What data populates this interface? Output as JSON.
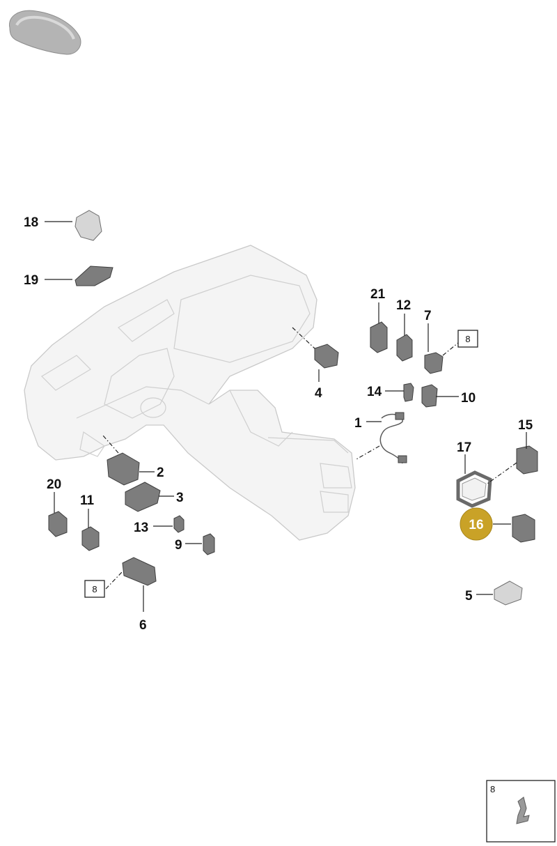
{
  "diagram": {
    "callouts": [
      {
        "id": "18",
        "text": "18"
      },
      {
        "id": "19",
        "text": "19"
      },
      {
        "id": "21",
        "text": "21"
      },
      {
        "id": "12",
        "text": "12"
      },
      {
        "id": "7",
        "text": "7"
      },
      {
        "id": "4",
        "text": "4"
      },
      {
        "id": "14",
        "text": "14"
      },
      {
        "id": "10",
        "text": "10"
      },
      {
        "id": "1",
        "text": "1"
      },
      {
        "id": "15",
        "text": "15"
      },
      {
        "id": "17",
        "text": "17"
      },
      {
        "id": "16",
        "text": "16"
      },
      {
        "id": "5",
        "text": "5"
      },
      {
        "id": "2",
        "text": "2"
      },
      {
        "id": "3",
        "text": "3"
      },
      {
        "id": "20",
        "text": "20"
      },
      {
        "id": "11",
        "text": "11"
      },
      {
        "id": "13",
        "text": "13"
      },
      {
        "id": "9",
        "text": "9"
      },
      {
        "id": "6",
        "text": "6"
      }
    ],
    "boxed_refs": [
      {
        "id": "box-8-right",
        "text": "8"
      },
      {
        "id": "box-8-left",
        "text": "8"
      }
    ],
    "highlight": {
      "id": "16",
      "color": "#c9a227",
      "text_color": "#ffffff"
    },
    "detail_inset": {
      "label": "8"
    }
  }
}
